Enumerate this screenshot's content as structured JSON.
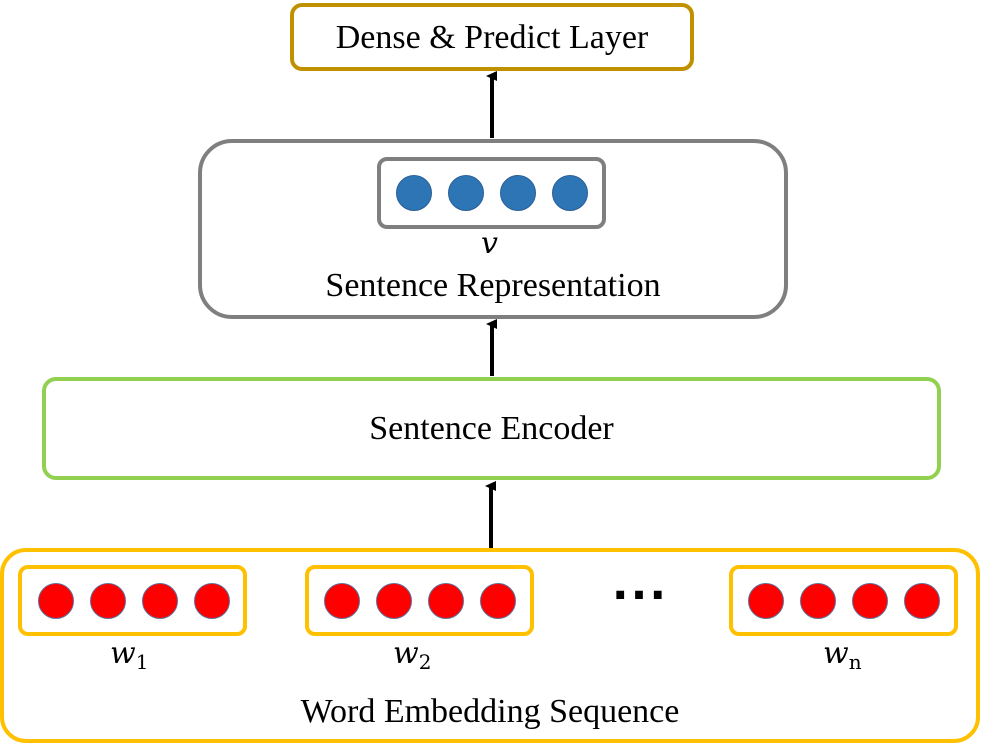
{
  "top": {
    "label": "Dense & Predict Layer"
  },
  "representation": {
    "vector_name": "v",
    "label": "Sentence Representation",
    "dot_count": 4
  },
  "encoder": {
    "label": "Sentence Encoder"
  },
  "embeddings": {
    "label": "Word Embedding Sequence",
    "ellipsis": "···",
    "words": [
      {
        "base": "w",
        "sub": "1",
        "dot_count": 4
      },
      {
        "base": "w",
        "sub": "2",
        "dot_count": 4
      },
      {
        "base": "w",
        "sub": "n",
        "dot_count": 4
      }
    ]
  },
  "colors": {
    "top_border": "#bf9000",
    "representation_border": "#7f7f7f",
    "inner_vector_border": "#7f7f7f",
    "encoder_border": "#92d050",
    "embedding_border": "#ffc000",
    "blue_dot": "#2e75b6",
    "red_dot": "#ff0000",
    "arrow": "#000000"
  }
}
